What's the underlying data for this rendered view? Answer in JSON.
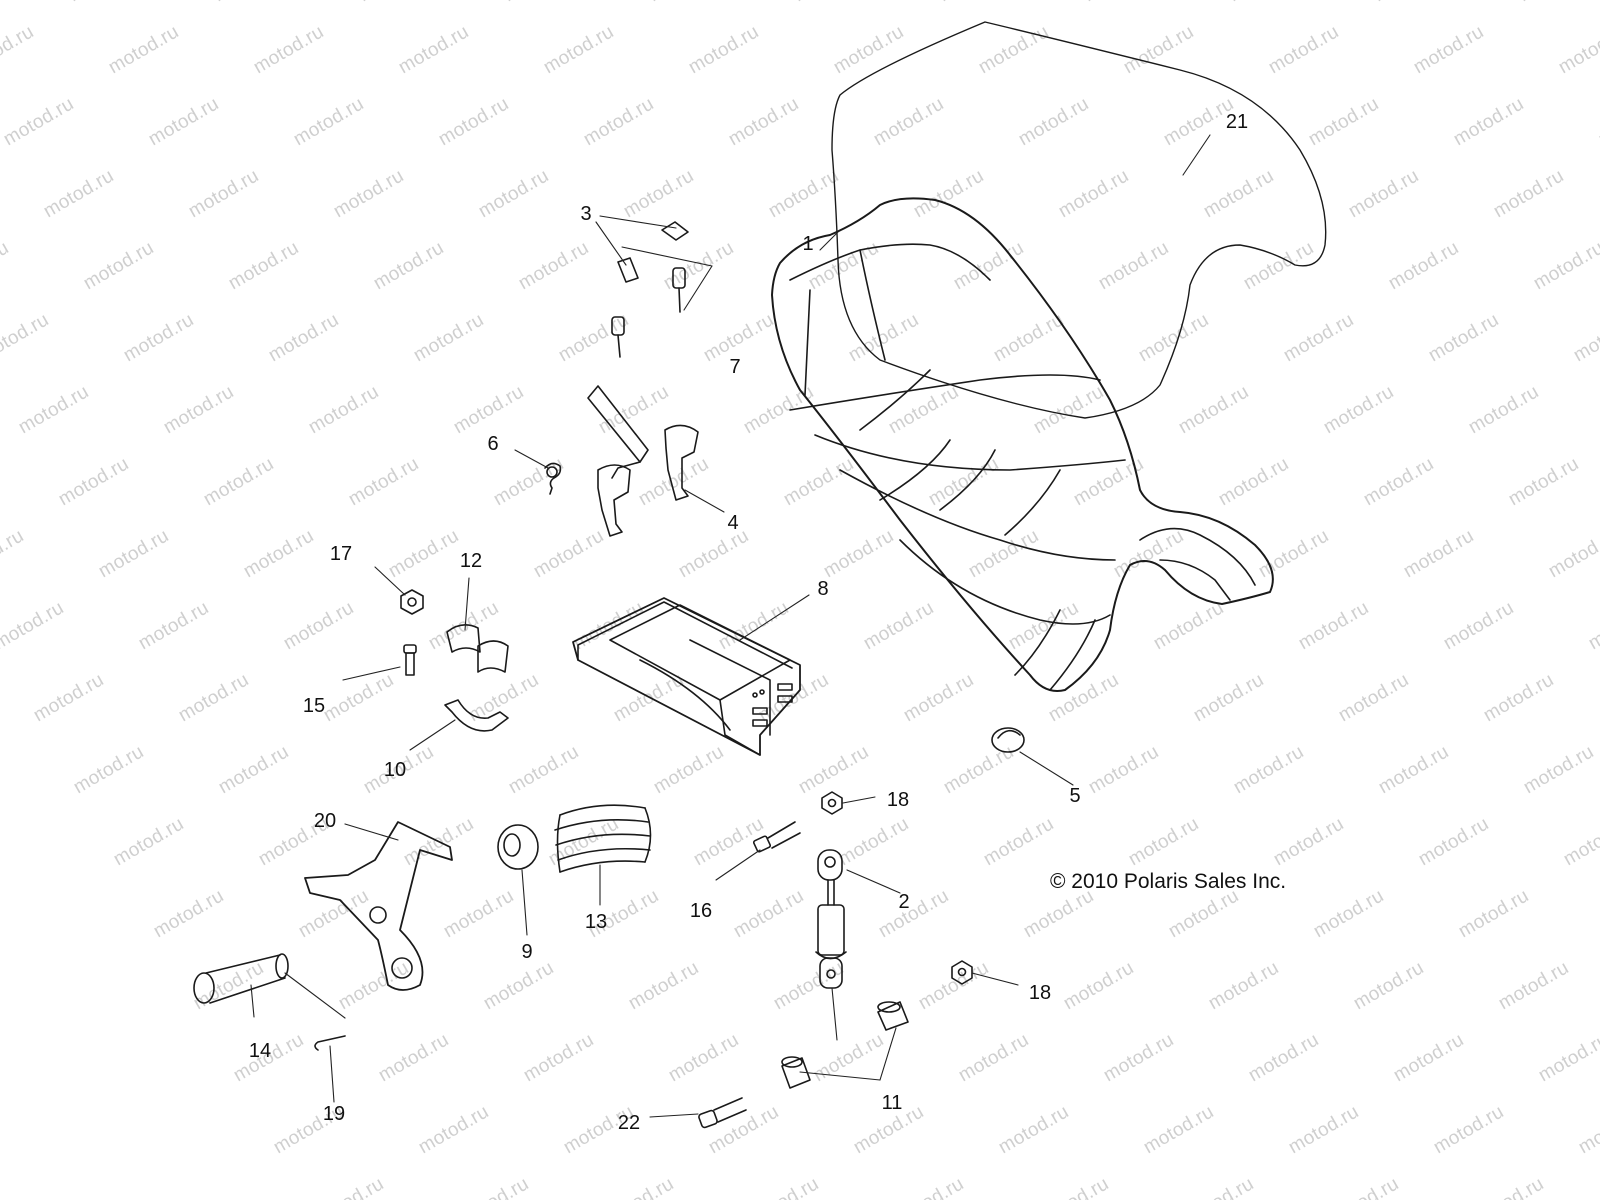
{
  "watermark": "motod.ru",
  "copyright": "© 2010 Polaris Sales Inc.",
  "callouts": [
    "1",
    "2",
    "3",
    "4",
    "5",
    "6",
    "7",
    "8",
    "9",
    "10",
    "11",
    "12",
    "13",
    "14",
    "15",
    "16",
    "17",
    "18",
    "18",
    "19",
    "20",
    "21",
    "22"
  ]
}
